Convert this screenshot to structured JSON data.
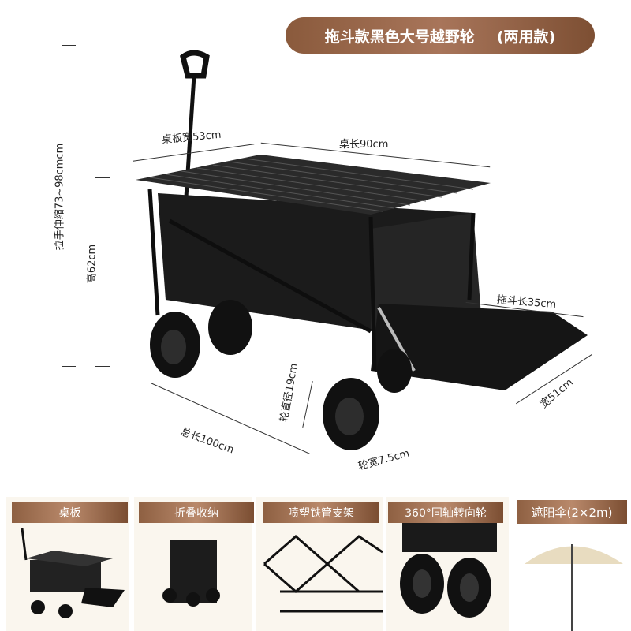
{
  "title": {
    "main": "拖斗款黑色大号越野轮",
    "suffix": "(两用款)"
  },
  "dimensions": {
    "handle": "拉手伸缩73~98cmcm",
    "height": "高62cm",
    "table_width": "桌板宽53cm",
    "table_length": "桌长90cm",
    "trailer_length": "拖斗长35cm",
    "trailer_width": "宽51cm",
    "wheel_diameter": "轮直径19cm",
    "wheel_width": "轮宽7.5cm",
    "total_length": "总长100cm"
  },
  "features": [
    {
      "label": "桌板"
    },
    {
      "label": "折叠收纳"
    },
    {
      "label": "喷塑铁管支架"
    },
    {
      "label": "360°同轴转向轮"
    },
    {
      "label": "遮阳伞(2×2m)"
    }
  ],
  "colors": {
    "accent": "#8a5a3c",
    "product": "#1a1a1a"
  }
}
